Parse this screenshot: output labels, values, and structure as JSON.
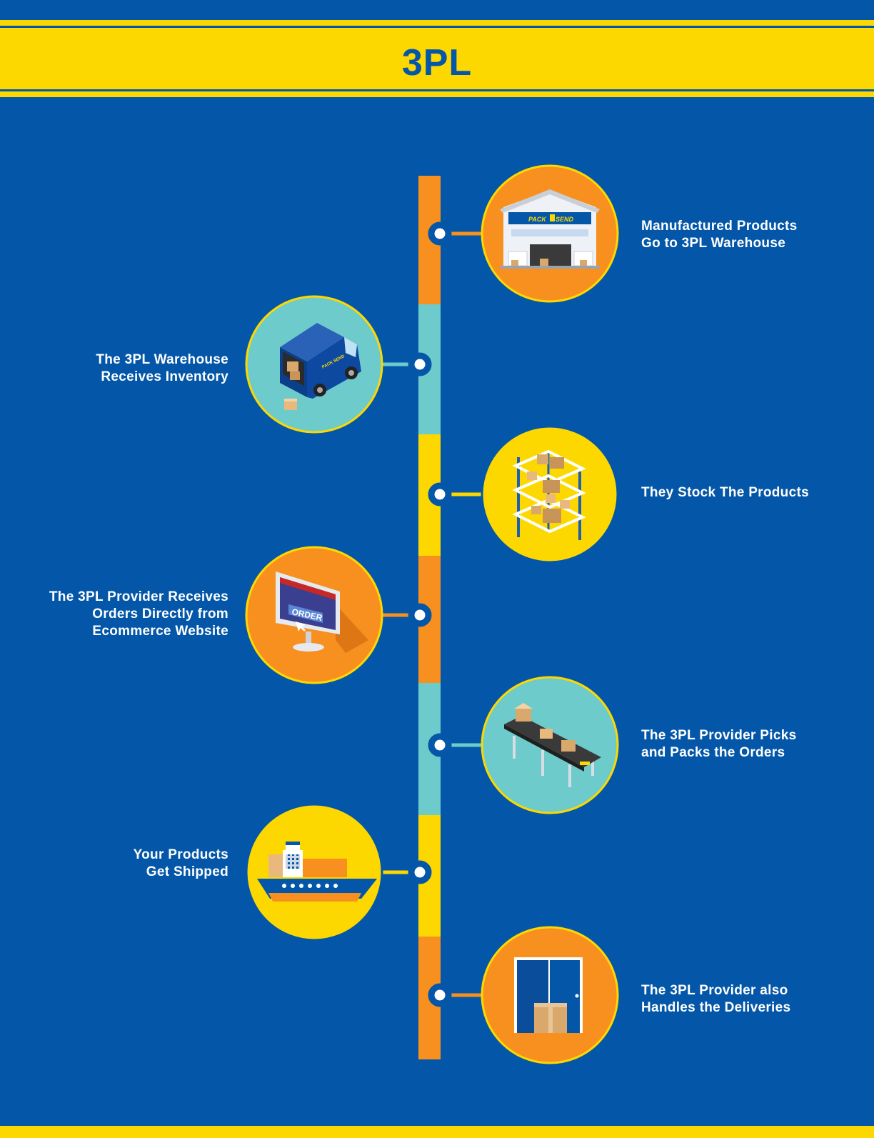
{
  "title": "3PL",
  "colors": {
    "background": "#0457a8",
    "yellow": "#fdd800",
    "orange": "#f7901e",
    "teal": "#6ecbcb",
    "white": "#ffffff"
  },
  "steps": [
    {
      "label": "Manufactured Products\nGo to 3PL Warehouse",
      "side": "right",
      "color": "orange",
      "icon": "warehouse-icon",
      "sign_left": "PACK",
      "sign_right": "SEND"
    },
    {
      "label": "The 3PL Warehouse\nReceives Inventory",
      "side": "left",
      "color": "teal",
      "icon": "delivery-van-icon"
    },
    {
      "label": "They Stock The Products",
      "side": "right",
      "color": "yellow",
      "icon": "shelving-icon"
    },
    {
      "label": "The 3PL Provider Receives\nOrders Directly from\nEcommerce Website",
      "side": "left",
      "color": "orange",
      "icon": "computer-order-icon",
      "screen_text": "ORDER"
    },
    {
      "label": "The 3PL Provider Picks\nand Packs the Orders",
      "side": "right",
      "color": "teal",
      "icon": "conveyor-belt-icon"
    },
    {
      "label": "Your Products\nGet Shipped",
      "side": "left",
      "color": "yellow",
      "icon": "cargo-ship-icon"
    },
    {
      "label": "The 3PL Provider also\nHandles the Deliveries",
      "side": "right",
      "color": "orange",
      "icon": "door-delivery-icon"
    }
  ]
}
